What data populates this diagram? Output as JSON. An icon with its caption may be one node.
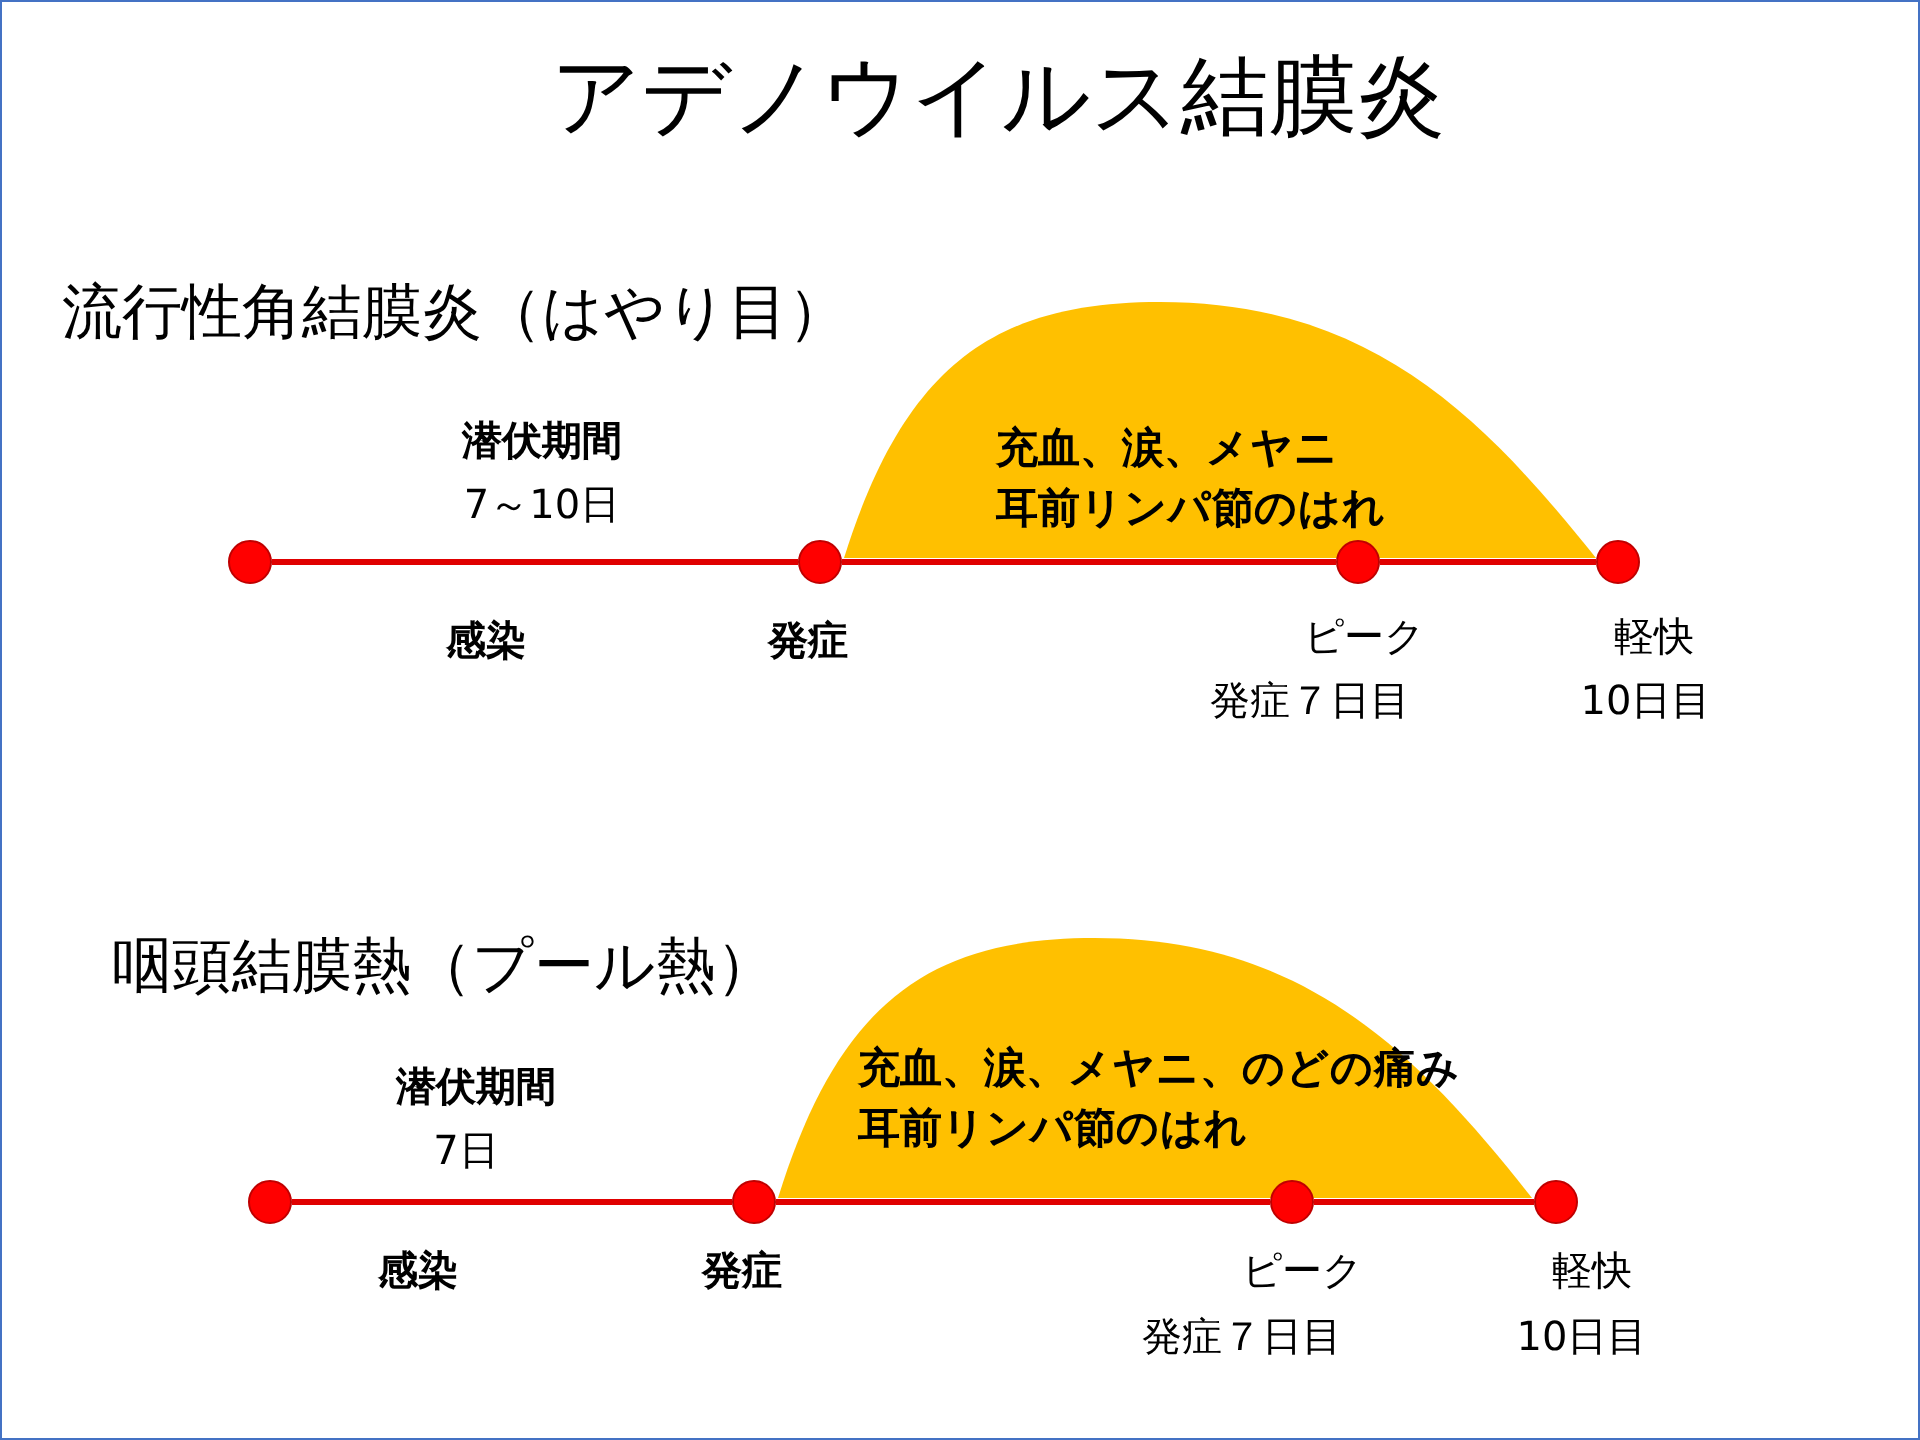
{
  "diagram": {
    "title": "アデノウイルス結膜炎",
    "nodes": [
      {
        "text": [],
        "shape": "circle"
      },
      {
        "text": [],
        "shape": "circle",
        "beside": [
          "発症"
        ]
      },
      {
        "text": [],
        "shape": "circle",
        "beside": [
          "ピーク",
          "発症７日目"
        ]
      },
      {
        "text": [],
        "shape": "circle",
        "beside": [
          "軽快",
          "10日目"
        ]
      },
      {
        "text": [
          "充血、涙、メヤニ",
          "耳前リンパ節のはれ"
        ]
      },
      {
        "text": [],
        "shape": "circle"
      },
      {
        "text": [],
        "shape": "circle",
        "beside": [
          "発症"
        ]
      },
      {
        "text": [],
        "shape": "circle",
        "beside": [
          "ピーク",
          "発症７日目"
        ]
      },
      {
        "text": [],
        "shape": "circle",
        "beside": [
          "軽快",
          "10日目"
        ]
      },
      {
        "text": [
          "充血、涙、メヤニ、のどの痛み",
          "耳前リンパ節のはれ"
        ]
      }
    ],
    "edges": [
      {
        "from": 0,
        "to": 1,
        "arrow": "none"
      },
      {
        "from": 1,
        "to": 2,
        "arrow": "none"
      },
      {
        "from": 2,
        "to": 3,
        "arrow": "none"
      },
      {
        "from": 5,
        "to": 6,
        "arrow": "none"
      },
      {
        "from": 6,
        "to": 7,
        "arrow": "none"
      },
      {
        "from": 7,
        "to": 8,
        "arrow": "none"
      }
    ],
    "labels": [
      "流行性角結膜炎（はやり目）",
      "潜伏期間",
      "7～10日",
      "感染",
      "咽頭結膜熱（プール熱）",
      "潜伏期間",
      "7日",
      "感染"
    ]
  }
}
